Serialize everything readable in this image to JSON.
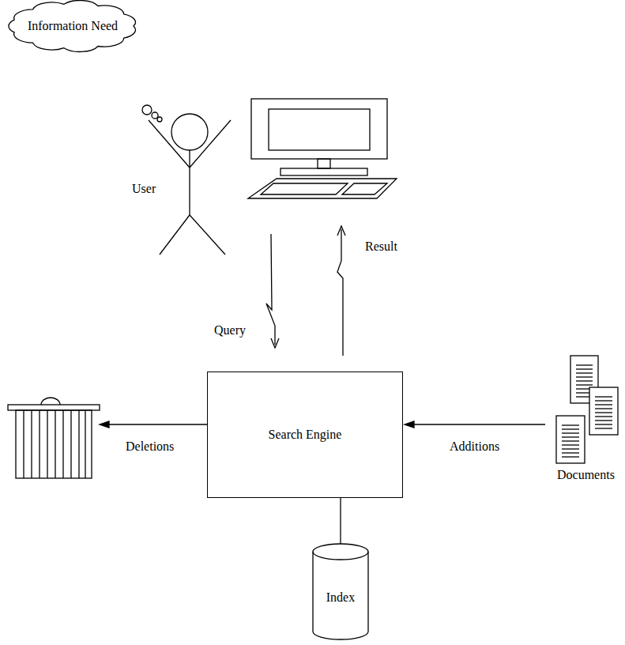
{
  "diagram": {
    "nodes": [
      {
        "text": [
          "Information Need"
        ]
      },
      {
        "text": [
          "Search Engine"
        ]
      },
      {
        "text": [
          "Index"
        ]
      }
    ],
    "edges": [
      {
        "from": 1,
        "to": 2,
        "arrow": "none"
      }
    ],
    "labels": [
      "User",
      "Query",
      "Result",
      "Deletions",
      "Additions",
      "Documents"
    ]
  }
}
